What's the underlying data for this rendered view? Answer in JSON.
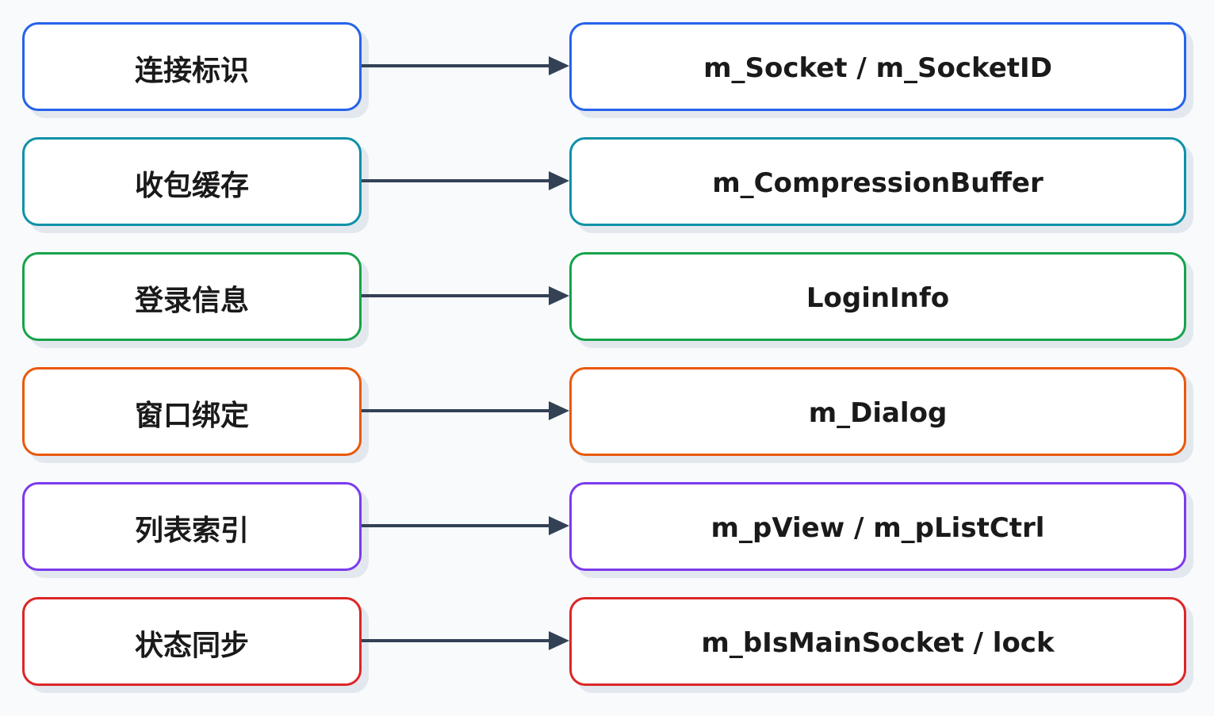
{
  "mappings": [
    {
      "label": "连接标识",
      "field": "m_Socket / m_SocketID",
      "color": "#2563eb"
    },
    {
      "label": "收包缓存",
      "field": "m_CompressionBuffer",
      "color": "#0e91a8"
    },
    {
      "label": "登录信息",
      "field": "LoginInfo",
      "color": "#16a34a"
    },
    {
      "label": "窗口绑定",
      "field": "m_Dialog",
      "color": "#ea580c"
    },
    {
      "label": "列表索引",
      "field": "m_pView / m_pListCtrl",
      "color": "#7c3aed"
    },
    {
      "label": "状态同步",
      "field": "m_bIsMainSocket / lock",
      "color": "#dc2626"
    }
  ],
  "arrow_color": "#334155"
}
